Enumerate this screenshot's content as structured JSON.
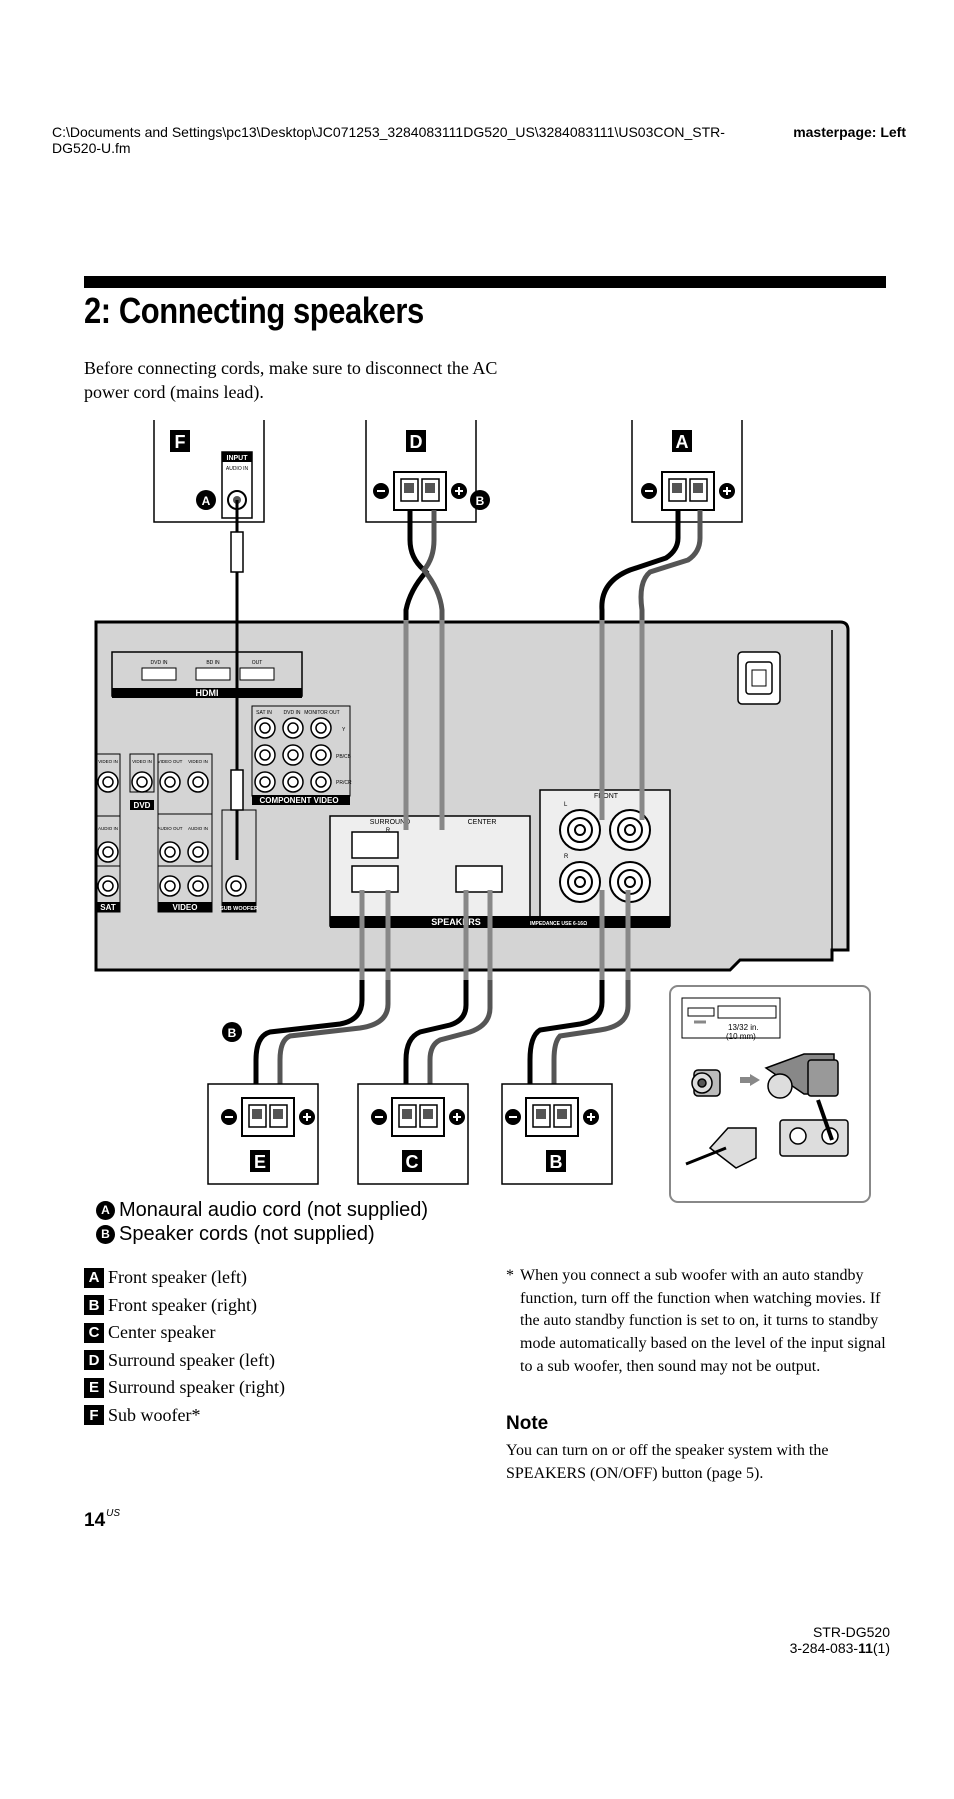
{
  "header": {
    "file_path": "C:\\Documents and Settings\\pc13\\Desktop\\JC071253_3284083111DG520_US\\3284083111\\US03CON_STR-DG520-U.fm",
    "masterpage": "masterpage: Left"
  },
  "title": "2: Connecting speakers",
  "intro": "Before connecting cords, make sure to disconnect the AC power cord (mains lead).",
  "diagram": {
    "speaker_letters": {
      "f": "F",
      "d": "D",
      "a": "A",
      "e": "E",
      "c": "C",
      "b": "B"
    },
    "cord_markers": {
      "a": "A",
      "b": "B"
    },
    "jack_labels": {
      "input": "INPUT",
      "audio_in": "AUDIO IN",
      "dvd_in": "DVD IN",
      "bd_in": "BD IN",
      "out": "OUT",
      "hdmi": "HDMI",
      "sat_in": "SAT IN",
      "dvd_in2": "DVD IN",
      "monitor_out": "MONITOR OUT",
      "y": "Y",
      "pb": "PB/CB",
      "pr": "PR/CR",
      "component_video": "COMPONENT VIDEO",
      "video_in": "VIDEO IN",
      "video_out": "VIDEO OUT",
      "audio_out": "AUDIO OUT",
      "dvd": "DVD",
      "sat": "SAT",
      "video": "VIDEO",
      "sub_woofer": "SUB WOOFER",
      "surround": "SURROUND",
      "center": "CENTER",
      "front": "FRONT",
      "l": "L",
      "r": "R",
      "speakers": "SPEAKERS",
      "impedance": "IMPEDANCE USE 6-16Ω"
    },
    "strip_length": "13/32 in.",
    "strip_mm": "(10 mm)"
  },
  "cords": [
    {
      "letter": "A",
      "text": "Monaural audio cord (not supplied)"
    },
    {
      "letter": "B",
      "text": "Speaker cords (not supplied)"
    }
  ],
  "speakers": [
    {
      "letter": "A",
      "text": "Front speaker (left)"
    },
    {
      "letter": "B",
      "text": "Front speaker (right)"
    },
    {
      "letter": "C",
      "text": "Center speaker"
    },
    {
      "letter": "D",
      "text": "Surround speaker (left)"
    },
    {
      "letter": "E",
      "text": "Surround speaker (right)"
    },
    {
      "letter": "F",
      "text": "Sub woofer*"
    }
  ],
  "footnote": {
    "mark": "*",
    "text": "When you connect a sub woofer with an auto standby function, turn off the function when watching movies. If the auto standby function is set to on, it turns to standby mode automatically based on the level of the input signal to a sub woofer, then sound may not be output."
  },
  "note": {
    "heading": "Note",
    "body": "You can turn on or off the speaker system with the SPEAKERS (ON/OFF) button (page 5)."
  },
  "page_number": {
    "number": "14",
    "suffix": "US"
  },
  "model": {
    "line1": "STR-DG520",
    "line2_prefix": "3-284-083-",
    "line2_bold": "11",
    "line2_suffix": "(1)"
  }
}
